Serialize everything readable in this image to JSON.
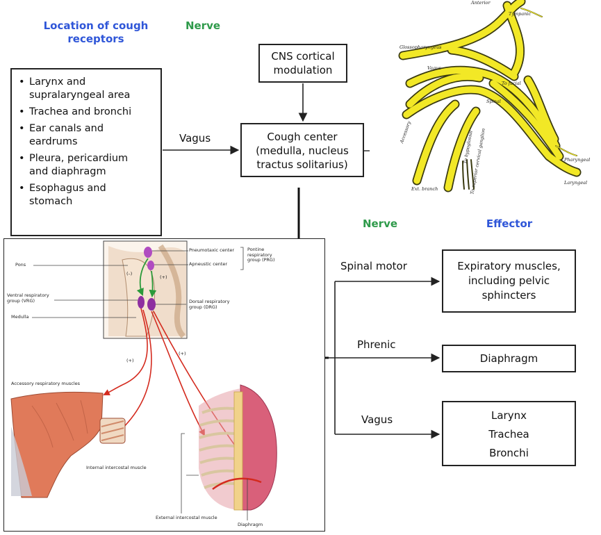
{
  "headers": {
    "location_line1": "Location of cough",
    "location_line2": "receptors",
    "nerve_top": "Nerve",
    "nerve_right": "Nerve",
    "effector": "Effector"
  },
  "receptors": [
    {
      "line1": "Larynx and",
      "line2": "supralaryngeal area"
    },
    {
      "line1": "Trachea and bronchi",
      "line2": ""
    },
    {
      "line1": "Ear canals and",
      "line2": "eardrums"
    },
    {
      "line1": "Pleura, pericardium",
      "line2": "and diaphragm"
    },
    {
      "line1": "Esophagus and",
      "line2": "stomach"
    }
  ],
  "afferent_nerve": "Vagus",
  "cns_box": {
    "line1": "CNS cortical",
    "line2": "modulation"
  },
  "cough_center": {
    "line1": "Cough center",
    "line2": "(medulla, nucleus",
    "line3": "tractus solitarius)"
  },
  "efferents": [
    {
      "nerve": "Spinal motor",
      "effector_lines": [
        "Expiratory muscles,",
        "including pelvic",
        "sphincters"
      ]
    },
    {
      "nerve": "Phrenic",
      "effector_lines": [
        "Diaphragm"
      ]
    },
    {
      "nerve": "Vagus",
      "effector_lines": [
        "Larynx",
        "Trachea",
        "Bronchi"
      ]
    }
  ],
  "nerve_illustration_labels": {
    "anterior": "Anterior",
    "tympanic": "Tympanic",
    "glossopharyngeal": "Glossopharyngeus",
    "vagus": "Vagus",
    "facial": "To facial",
    "spinal": "Spinal",
    "accessory": "Accessory",
    "ext_branch": "Ext. branch",
    "pharyngeal": "Pharyngeal",
    "laryngeal": "Laryngeal",
    "to_hypoglossal": "To hypoglossal",
    "to_superior_cervical": "To superior cervical ganglion"
  },
  "resp_labels": {
    "pons": "Pons",
    "pneumotaxic": "Pneumotaxic center",
    "apneustic": "Apneustic center",
    "prg_line1": "Pontine",
    "prg_line2": "respiratory",
    "prg_line3": "group (PRG)",
    "vrg_line1": "Ventral respiratory",
    "vrg_line2": "group (VRG)",
    "drg_line1": "Dorsal respiratory",
    "drg_line2": "group (DRG)",
    "medulla": "Medulla",
    "minus1": "(–)",
    "plus1": "(+)",
    "minus2": "(+)",
    "plus2": "(+)",
    "accessory_muscles": "Accessory respiratory muscles",
    "internal_intercostal": "Internal intercostal muscle",
    "external_intercostal": "External intercostal muscle",
    "diaphragm": "Diaphragm"
  },
  "colors": {
    "header_blue": "#2f56d8",
    "header_green": "#2e9a4a",
    "nerve_yellow": "#f2e826",
    "nerve_outline": "#3a3a10",
    "nucleus_purple": "#a040b0",
    "arrow_red": "#d42a1e",
    "arrow_green": "#2b9a3a",
    "muscle": "#e07a5a"
  }
}
